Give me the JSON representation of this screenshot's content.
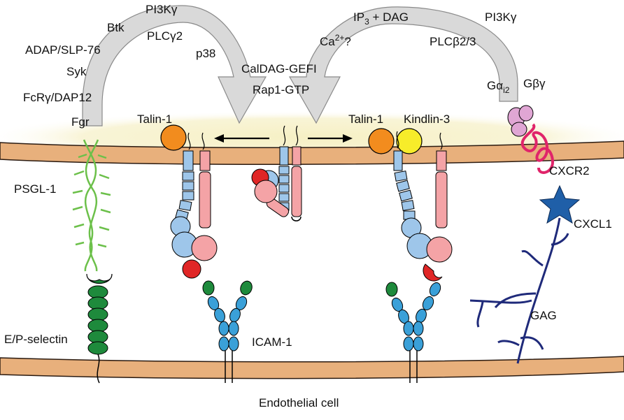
{
  "signaling_left": {
    "items": [
      "PI3Kγ",
      "Btk",
      "PLCγ2",
      "ADAP/SLP-76",
      "p38",
      "Syk",
      "FcRγ/DAP12",
      "Fgr"
    ]
  },
  "signaling_center": {
    "caldag": "CalDAG-GEFI",
    "rap1": "Rap1-GTP"
  },
  "signaling_right": {
    "ip3_main": "IP",
    "ip3_sub": "3",
    "ip3_rest": " + DAG",
    "ca_main": "Ca",
    "ca_sup": "2+",
    "ca_rest": "?",
    "pi3k": "PI3Kγ",
    "plcb": "PLCβ2/3",
    "galpha_main": "Gα",
    "galpha_sub": "i2",
    "gbg": "Gβγ"
  },
  "membrane_labels": {
    "talin_left": "Talin-1",
    "talin_right": "Talin-1",
    "kindlin": "Kindlin-3"
  },
  "molecule_labels": {
    "psgl1": "PSGL-1",
    "selectin": "E/P-selectin",
    "icam1": "ICAM-1",
    "cxcr2": "CXCR2",
    "cxcl1": "CXCL1",
    "gag": "GAG"
  },
  "footer": {
    "endothelial": "Endothelial cell"
  },
  "colors": {
    "membrane": "#e8b07c",
    "membrane_stroke": "#2a1a10",
    "cytoplasm_glow": "#f6f0c4",
    "arrow_gray": "#d9d9d9",
    "talin": "#f28c1e",
    "kindlin": "#f7ec2a",
    "integrin_alpha": "#9ec6ea",
    "integrin_beta": "#f4a3a6",
    "integrin_head_red": "#e02626",
    "psgl1_green": "#6cc04a",
    "selectin_green": "#1e8a3c",
    "icam_blue": "#3aa0d8",
    "icam_green": "#1e8a3c",
    "cxcr2": "#e0246a",
    "galpha": "#e0a6d4",
    "cxcl1": "#1f5fa8",
    "gag": "#1f2a7a"
  }
}
